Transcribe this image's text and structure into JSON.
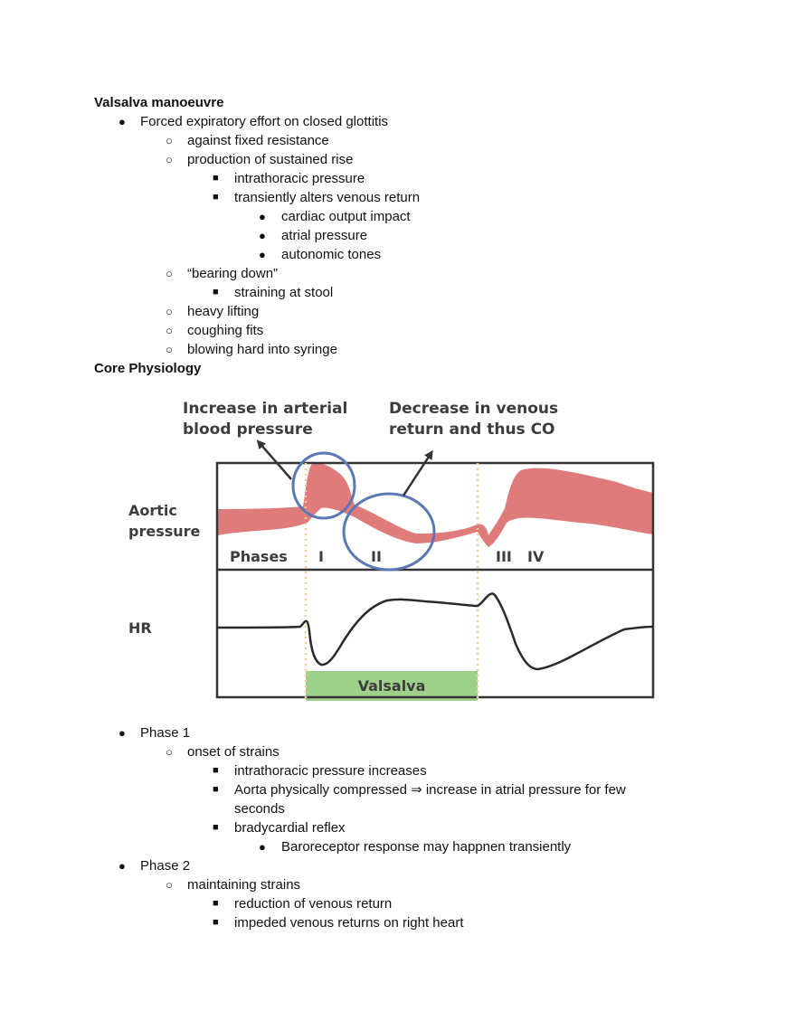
{
  "section1": {
    "title": "Valsalva manoeuvre",
    "item1": "Forced expiratory effort on closed glottitis",
    "item1_1": "against fixed resistance",
    "item1_2": "production of sustained rise",
    "item1_2_1": "intrathoracic pressure",
    "item1_2_2": "transiently alters venous return",
    "item1_2_2_1": "cardiac output impact",
    "item1_2_2_2": "atrial pressure",
    "item1_2_2_3": "autonomic tones",
    "item1_3": "“bearing down”",
    "item1_3_1": "straining at stool",
    "item1_4": "heavy lifting",
    "item1_5": "coughing fits",
    "item1_6": "blowing hard into syringe"
  },
  "section2": {
    "title": "Core Physiology"
  },
  "figure": {
    "annotation_left_line1": "Increase in arterial",
    "annotation_left_line2": "blood pressure",
    "annotation_right_line1": "Decrease in venous",
    "annotation_right_line2": "return and thus CO",
    "row1_label_line1": "Aortic",
    "row1_label_line2": "pressure",
    "row2_label": "HR",
    "phases_label": "Phases",
    "phase_1": "I",
    "phase_2": "II",
    "phase_3": "III",
    "phase_4": "IV",
    "valsalva_bar": "Valsalva",
    "colors": {
      "pressure_band": "#e07b7b",
      "circle": "#5b78b5",
      "valsalva_bar": "#9ed08a",
      "dotted_line": "#f2c99a",
      "frame": "#333333"
    }
  },
  "section3": {
    "phase1": "Phase 1",
    "phase1_1": "onset of strains",
    "phase1_1_1": "intrathoracic pressure increases",
    "phase1_1_2_line1": "Aorta physically compressed ⇒ increase in atrial pressure for few",
    "phase1_1_2_line2": "seconds",
    "phase1_1_3": "bradycardial reflex",
    "phase1_1_3_1": "Baroreceptor response may happnen transiently",
    "phase2": "Phase 2",
    "phase2_1": "maintaining strains",
    "phase2_1_1": "reduction of venous return",
    "phase2_1_2": "impeded venous returns on right heart"
  }
}
